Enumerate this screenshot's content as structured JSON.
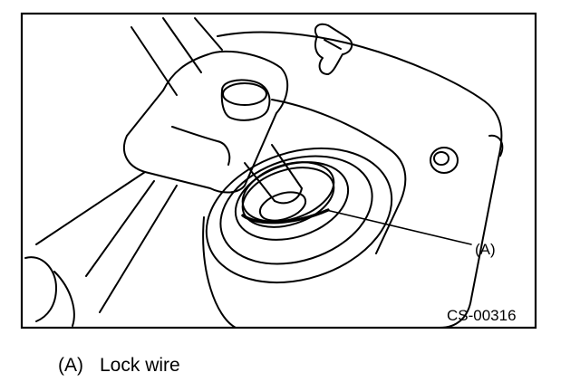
{
  "figure": {
    "callout_label": "(A)",
    "figure_code": "CS-00316"
  },
  "legend": [
    {
      "label": "(A)",
      "description": "Lock wire"
    }
  ]
}
